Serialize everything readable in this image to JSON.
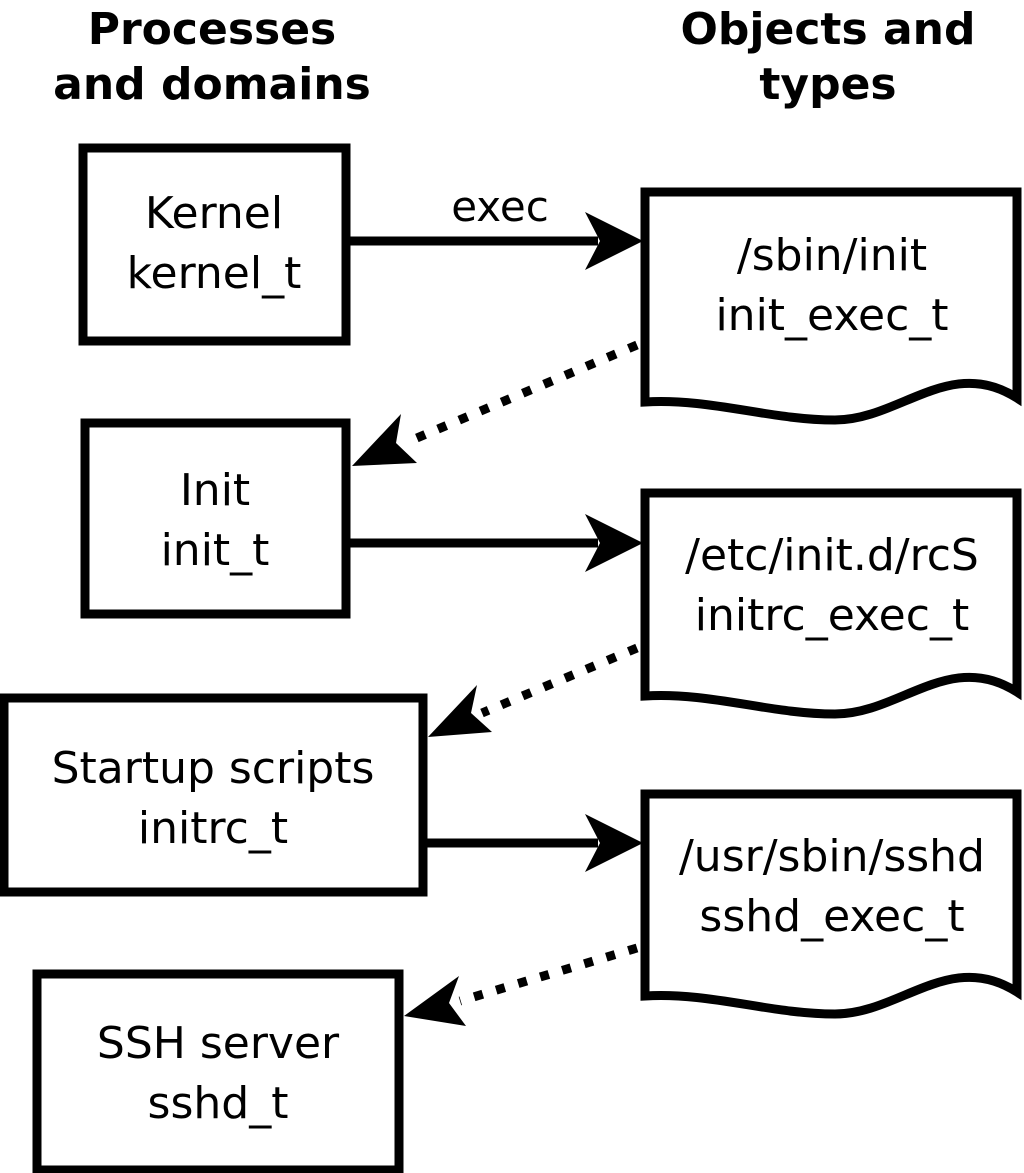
{
  "diagram": {
    "title_left": "Processes\nand domains",
    "columns": [
      {
        "id": "left",
        "heading_line1": "Processes",
        "heading_line2": "and domains"
      },
      {
        "id": "right",
        "heading_line1": "Objects and",
        "heading_line2": "types"
      }
    ],
    "colors": {
      "stroke": "#000000",
      "fill": "#ffffff",
      "text": "#000000"
    },
    "process_nodes": [
      {
        "id": "kernel",
        "line1": "Kernel",
        "line2": "kernel_t"
      },
      {
        "id": "init",
        "line1": "Init",
        "line2": "init_t"
      },
      {
        "id": "initrc",
        "line1": "Startup scripts",
        "line2": "initrc_t"
      },
      {
        "id": "sshd",
        "line1": "SSH server",
        "line2": "sshd_t"
      }
    ],
    "object_nodes": [
      {
        "id": "init_exec",
        "line1": "/sbin/init",
        "line2": "init_exec_t"
      },
      {
        "id": "initrc_exec",
        "line1": "/etc/init.d/rcS",
        "line2": "initrc_exec_t"
      },
      {
        "id": "sshd_exec",
        "line1": "/usr/sbin/sshd",
        "line2": "sshd_exec_t"
      }
    ],
    "edges": [
      {
        "id": "kernel-exec-init_exec",
        "from": "kernel",
        "to": "init_exec",
        "style": "solid",
        "label": "exec"
      },
      {
        "id": "init_exec-transition-init",
        "from": "init_exec",
        "to": "init",
        "style": "dotted",
        "label": ""
      },
      {
        "id": "init-exec-initrc_exec",
        "from": "init",
        "to": "initrc_exec",
        "style": "solid",
        "label": ""
      },
      {
        "id": "initrc_exec-transition-initrc",
        "from": "initrc_exec",
        "to": "initrc",
        "style": "dotted",
        "label": ""
      },
      {
        "id": "initrc-exec-sshd_exec",
        "from": "initrc",
        "to": "sshd_exec",
        "style": "solid",
        "label": ""
      },
      {
        "id": "sshd_exec-transition-sshd",
        "from": "sshd_exec",
        "to": "sshd",
        "style": "dotted",
        "label": ""
      }
    ]
  }
}
